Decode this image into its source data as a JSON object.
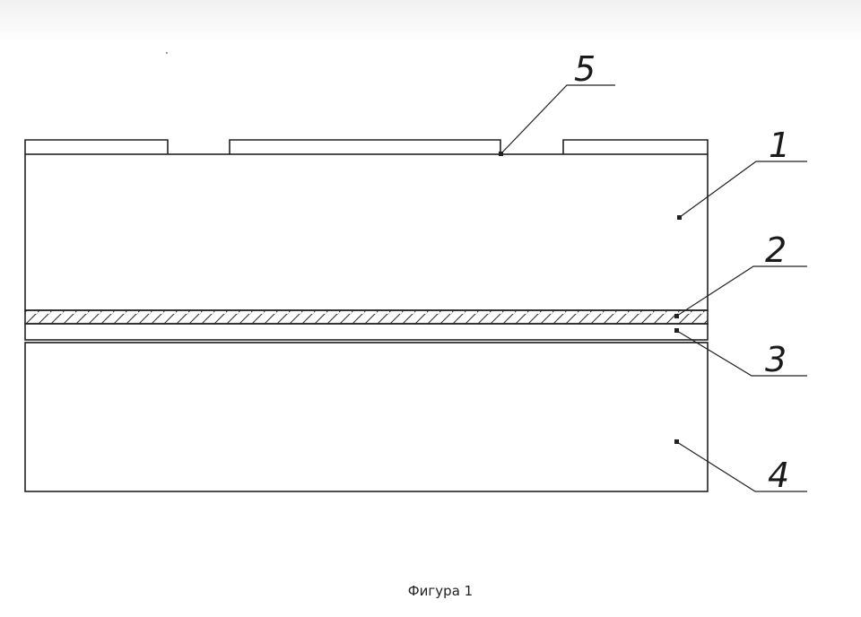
{
  "figure": {
    "caption": "Фигура 1",
    "line_color": "#222222",
    "hatch_color": "#333333",
    "labels": [
      {
        "id": "1",
        "text": "1"
      },
      {
        "id": "2",
        "text": "2"
      },
      {
        "id": "3",
        "text": "3"
      },
      {
        "id": "4",
        "text": "4"
      },
      {
        "id": "5",
        "text": "5"
      }
    ]
  }
}
